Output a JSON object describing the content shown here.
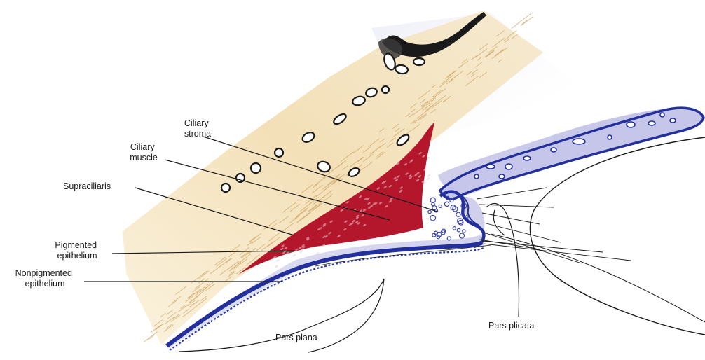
{
  "labels": {
    "ciliary_stroma": [
      "Ciliary",
      "stroma"
    ],
    "ciliary_muscle": [
      "Ciliary",
      "muscle"
    ],
    "supraciliaris": "Supraciliaris",
    "pigmented_epithelium": [
      "Pigmented",
      "epithelium"
    ],
    "nonpigmented_epithelium": [
      "Nonpigmented",
      "epithelium"
    ],
    "pars_plana": "Pars plana",
    "pars_plicata": "Pars plicata"
  },
  "colors": {
    "sclera": "#f3e2bf",
    "sclera_fibers": "#c99a55",
    "ciliary_body": "#c9c9ea",
    "epithelium": "#23309c",
    "muscle": "#b4162b",
    "lines": "#1a1a1a"
  }
}
